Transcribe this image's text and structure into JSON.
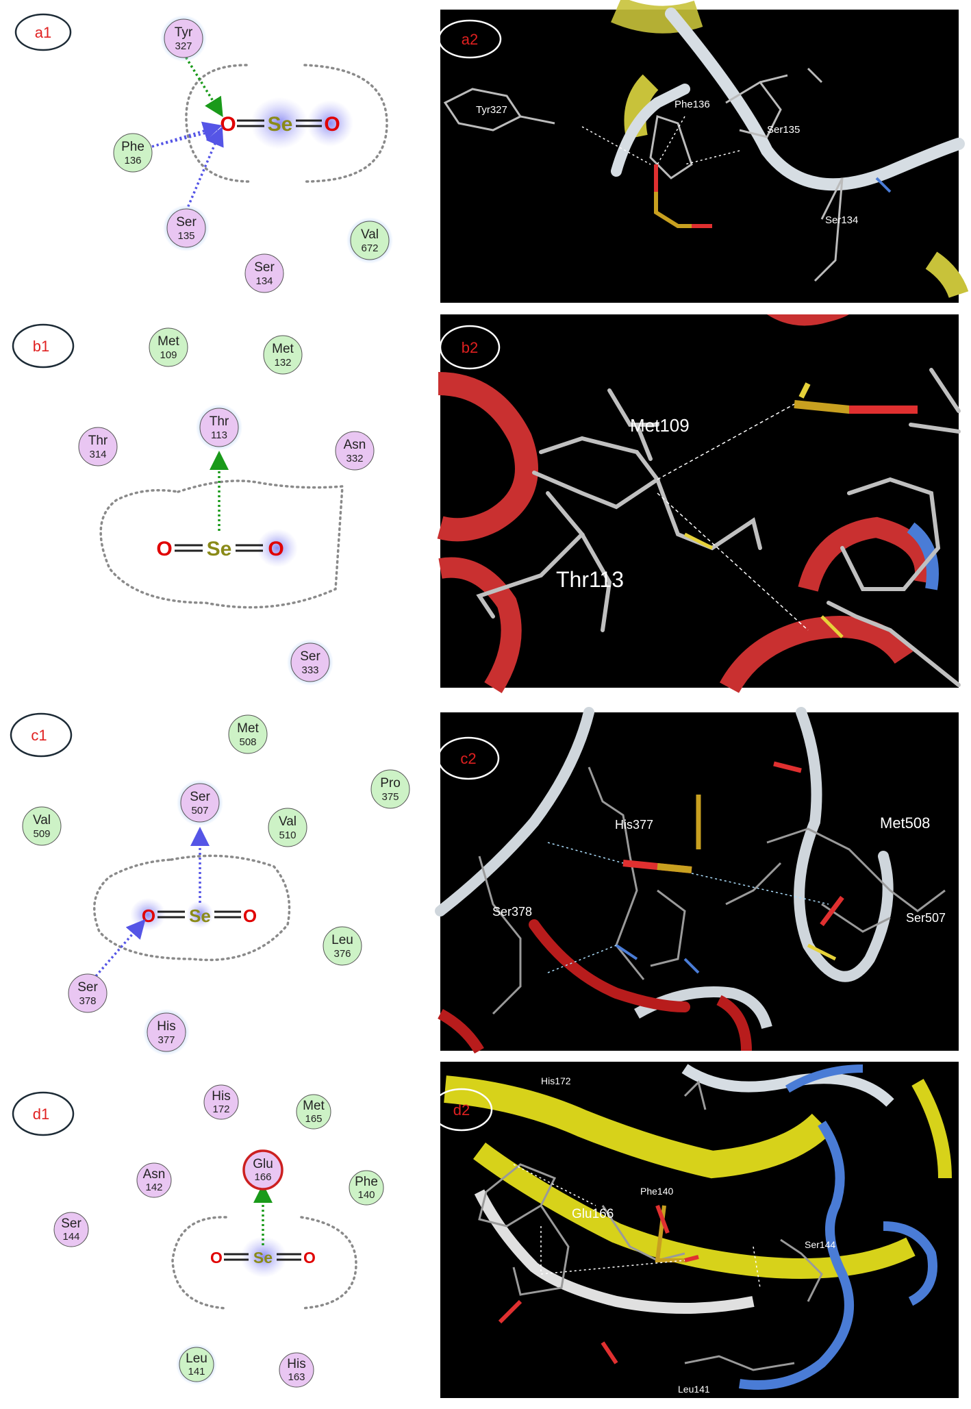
{
  "panels": [
    {
      "tag2d": "a1",
      "tag3d": "a2",
      "residues": [
        {
          "name": "Tyr",
          "num": "327",
          "type": "polar"
        },
        {
          "name": "Phe",
          "num": "136",
          "type": "hydrophobic"
        },
        {
          "name": "Ser",
          "num": "135",
          "type": "polar"
        },
        {
          "name": "Val",
          "num": "672",
          "type": "hydrophobic"
        },
        {
          "name": "Ser",
          "num": "134",
          "type": "polar"
        }
      ],
      "ligand": {
        "O1": "O",
        "Se": "Se",
        "O2": "O"
      },
      "labels3d": [
        "Tyr327",
        "Phe136",
        "Ser135",
        "Ser134"
      ]
    },
    {
      "tag2d": "b1",
      "tag3d": "b2",
      "residues": [
        {
          "name": "Met",
          "num": "109",
          "type": "hydrophobic"
        },
        {
          "name": "Met",
          "num": "132",
          "type": "hydrophobic"
        },
        {
          "name": "Thr",
          "num": "314",
          "type": "polar"
        },
        {
          "name": "Thr",
          "num": "113",
          "type": "polar"
        },
        {
          "name": "Asn",
          "num": "332",
          "type": "polar"
        },
        {
          "name": "Ser",
          "num": "333",
          "type": "polar"
        }
      ],
      "ligand": {
        "O1": "O",
        "Se": "Se",
        "O2": "O"
      },
      "labels3d": [
        "Met109",
        "Thr113"
      ]
    },
    {
      "tag2d": "c1",
      "tag3d": "c2",
      "residues": [
        {
          "name": "Met",
          "num": "508",
          "type": "hydrophobic"
        },
        {
          "name": "Pro",
          "num": "375",
          "type": "hydrophobic"
        },
        {
          "name": "Ser",
          "num": "507",
          "type": "polar"
        },
        {
          "name": "Val",
          "num": "509",
          "type": "hydrophobic"
        },
        {
          "name": "Val",
          "num": "510",
          "type": "hydrophobic"
        },
        {
          "name": "Leu",
          "num": "376",
          "type": "hydrophobic"
        },
        {
          "name": "Ser",
          "num": "378",
          "type": "polar"
        },
        {
          "name": "His",
          "num": "377",
          "type": "polar"
        }
      ],
      "ligand": {
        "O1": "O",
        "Se": "Se",
        "O2": "O"
      },
      "labels3d": [
        "His377",
        "Met508",
        "Ser378",
        "Ser507"
      ]
    },
    {
      "tag2d": "d1",
      "tag3d": "d2",
      "residues": [
        {
          "name": "His",
          "num": "172",
          "type": "polar"
        },
        {
          "name": "Met",
          "num": "165",
          "type": "hydrophobic"
        },
        {
          "name": "Glu",
          "num": "166",
          "type": "acidic"
        },
        {
          "name": "Asn",
          "num": "142",
          "type": "polar"
        },
        {
          "name": "Phe",
          "num": "140",
          "type": "hydrophobic"
        },
        {
          "name": "Ser",
          "num": "144",
          "type": "polar"
        },
        {
          "name": "Leu",
          "num": "141",
          "type": "hydrophobic"
        },
        {
          "name": "His",
          "num": "163",
          "type": "polar"
        }
      ],
      "ligand": {
        "O1": "O",
        "Se": "Se",
        "O2": "O"
      },
      "labels3d": [
        "His172",
        "Phe140",
        "Glu166",
        "Ser144",
        "Leu141"
      ]
    }
  ],
  "colors": {
    "polar_fill": "#e9c6f2",
    "hydrophobic_fill": "#cdf2c6",
    "acidic_fill": "#e9c6f2",
    "acidic_ring": "#cc2020",
    "hbond_sidechain": "#1a9a1a",
    "hbond_backbone": "#5555e6",
    "pocket_outline": "#8a8a8a",
    "background_3d": "#000000"
  }
}
